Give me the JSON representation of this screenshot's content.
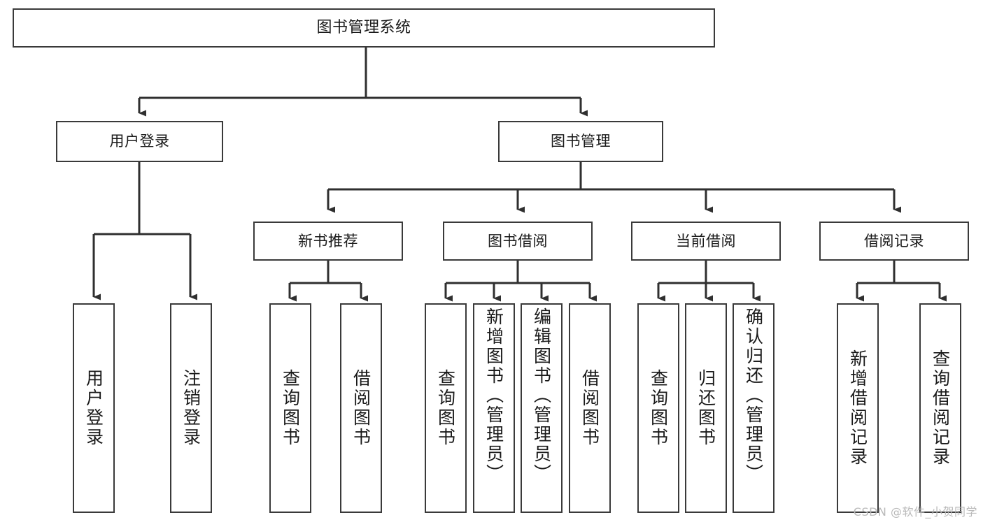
{
  "diagram": {
    "type": "tree-hierarchy",
    "title": "图书管理系统",
    "orientation": "top-down",
    "watermark": "CSDN @软件_小贺同学",
    "colors": {
      "box_border": "#3a3a3a",
      "box_fill": "#ffffff",
      "edge": "#2f2f2f",
      "text": "#1a1a1a",
      "watermark": "#b9b9b9",
      "background": "#ffffff"
    },
    "nodes": {
      "root": {
        "label": "图书管理系统",
        "level": 1
      },
      "l2": [
        {
          "id": "user-login",
          "label": "用户登录",
          "level": 2
        },
        {
          "id": "book-manage",
          "label": "图书管理",
          "level": 2
        }
      ],
      "l3": [
        {
          "id": "new-book-rec",
          "label": "新书推荐",
          "level": 3,
          "parent": "book-manage"
        },
        {
          "id": "book-borrow",
          "label": "图书借阅",
          "level": 3,
          "parent": "book-manage"
        },
        {
          "id": "current-borrow",
          "label": "当前借阅",
          "level": 3,
          "parent": "book-manage"
        },
        {
          "id": "borrow-record",
          "label": "借阅记录",
          "level": 3,
          "parent": "book-manage"
        }
      ],
      "leaves": [
        {
          "id": "leaf-user-login",
          "label": "用户登录",
          "parent": "user-login",
          "vertical": true
        },
        {
          "id": "leaf-user-logout",
          "label": "注销登录",
          "parent": "user-login",
          "vertical": true
        },
        {
          "id": "leaf-rec-query-book",
          "label": "查询图书",
          "parent": "new-book-rec",
          "vertical": true
        },
        {
          "id": "leaf-rec-borrow-book",
          "label": "借阅图书",
          "parent": "new-book-rec",
          "vertical": true
        },
        {
          "id": "leaf-brw-query-book",
          "label": "查询图书",
          "parent": "book-borrow",
          "vertical": true
        },
        {
          "id": "leaf-brw-add-book",
          "label": "新增图书（管理员）",
          "parent": "book-borrow",
          "vertical": true
        },
        {
          "id": "leaf-brw-edit-book",
          "label": "编辑图书（管理员）",
          "parent": "book-borrow",
          "vertical": true
        },
        {
          "id": "leaf-brw-borrow-book",
          "label": "借阅图书",
          "parent": "book-borrow",
          "vertical": true
        },
        {
          "id": "leaf-cur-query-book",
          "label": "查询图书",
          "parent": "current-borrow",
          "vertical": true
        },
        {
          "id": "leaf-cur-return-book",
          "label": "归还图书",
          "parent": "current-borrow",
          "vertical": true
        },
        {
          "id": "leaf-cur-confirm-return",
          "label": "确认归还（管理员）",
          "parent": "current-borrow",
          "vertical": true
        },
        {
          "id": "leaf-rec-add-record",
          "label": "新增借阅记录",
          "parent": "borrow-record",
          "vertical": true
        },
        {
          "id": "leaf-rec-query-record",
          "label": "查询借阅记录",
          "parent": "borrow-record",
          "vertical": true
        }
      ]
    }
  }
}
